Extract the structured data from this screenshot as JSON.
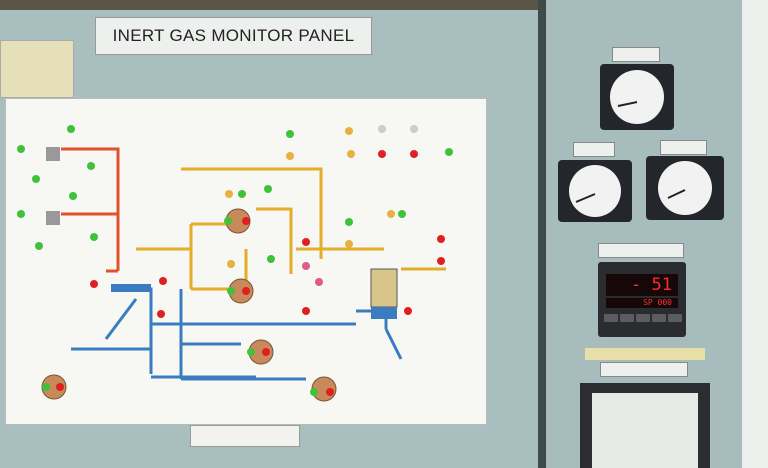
{
  "panel": {
    "title": "INERT GAS MONITOR PANEL"
  },
  "controller": {
    "pv": "- 51",
    "sv_label": "SP",
    "sv": "000"
  },
  "colors": {
    "gas_line": "#e0522a",
    "fuel_line": "#e3ad2a",
    "water_line": "#3b7cc0",
    "lamp_green": "#3fc23a",
    "lamp_red": "#e02020",
    "lamp_amber": "#e8b040"
  },
  "icons": [
    "gauge-icon",
    "indicator-lamp-icon",
    "blower-icon",
    "valve-icon",
    "tank-icon"
  ]
}
